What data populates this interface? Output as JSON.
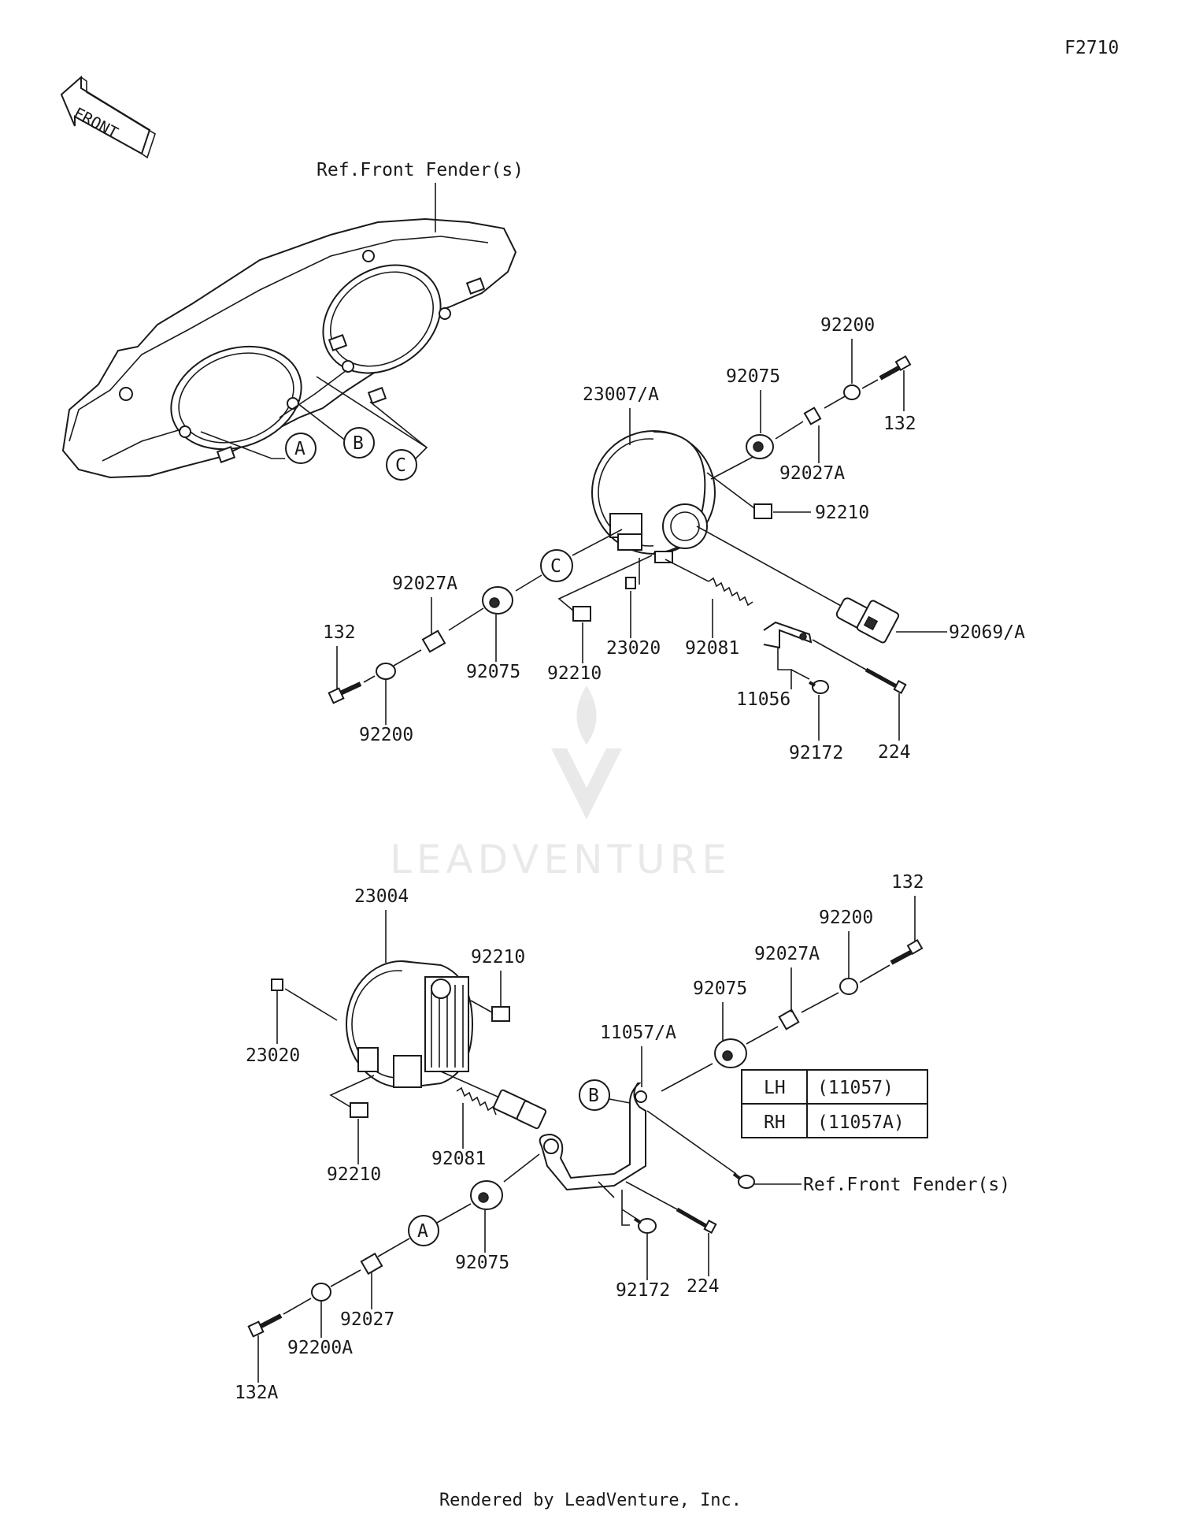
{
  "diagram_code": "F2710",
  "front_arrow_text": "FRONT",
  "ref_front_fender_top": "Ref.Front Fender(s)",
  "ref_front_fender_bottom": "Ref.Front Fender(s)",
  "circle_labels": {
    "a": "A",
    "b": "B",
    "c": "C"
  },
  "watermark": "LEADVENTURE",
  "footer": "Rendered by LeadVenture, Inc.",
  "upper_parts": {
    "p23007A": "23007/A",
    "p92075_r": "92075",
    "p92200_r": "92200",
    "p132_r": "132",
    "p92027A_r": "92027A",
    "p92210_r": "92210",
    "p92069A": "92069/A",
    "p92027A_l": "92027A",
    "p132_l": "132",
    "p92075_l": "92075",
    "p92200_l": "92200",
    "p92210_l": "92210",
    "p23020": "23020",
    "p92081": "92081",
    "p11056": "11056",
    "p92172": "92172",
    "p224": "224"
  },
  "lower_parts": {
    "p23004": "23004",
    "p92210_a": "92210",
    "p23020": "23020",
    "p92210_b": "92210",
    "p92081": "92081",
    "p11057A": "11057/A",
    "p92075_r": "92075",
    "p92027A": "92027A",
    "p92200": "92200",
    "p132": "132",
    "p92075_l": "92075",
    "p92027": "92027",
    "p92200A": "92200A",
    "p132A": "132A",
    "p92172": "92172",
    "p224": "224"
  },
  "side_table": {
    "rows": [
      {
        "side": "LH",
        "part": "(11057)"
      },
      {
        "side": "RH",
        "part": "(11057A)"
      }
    ]
  }
}
